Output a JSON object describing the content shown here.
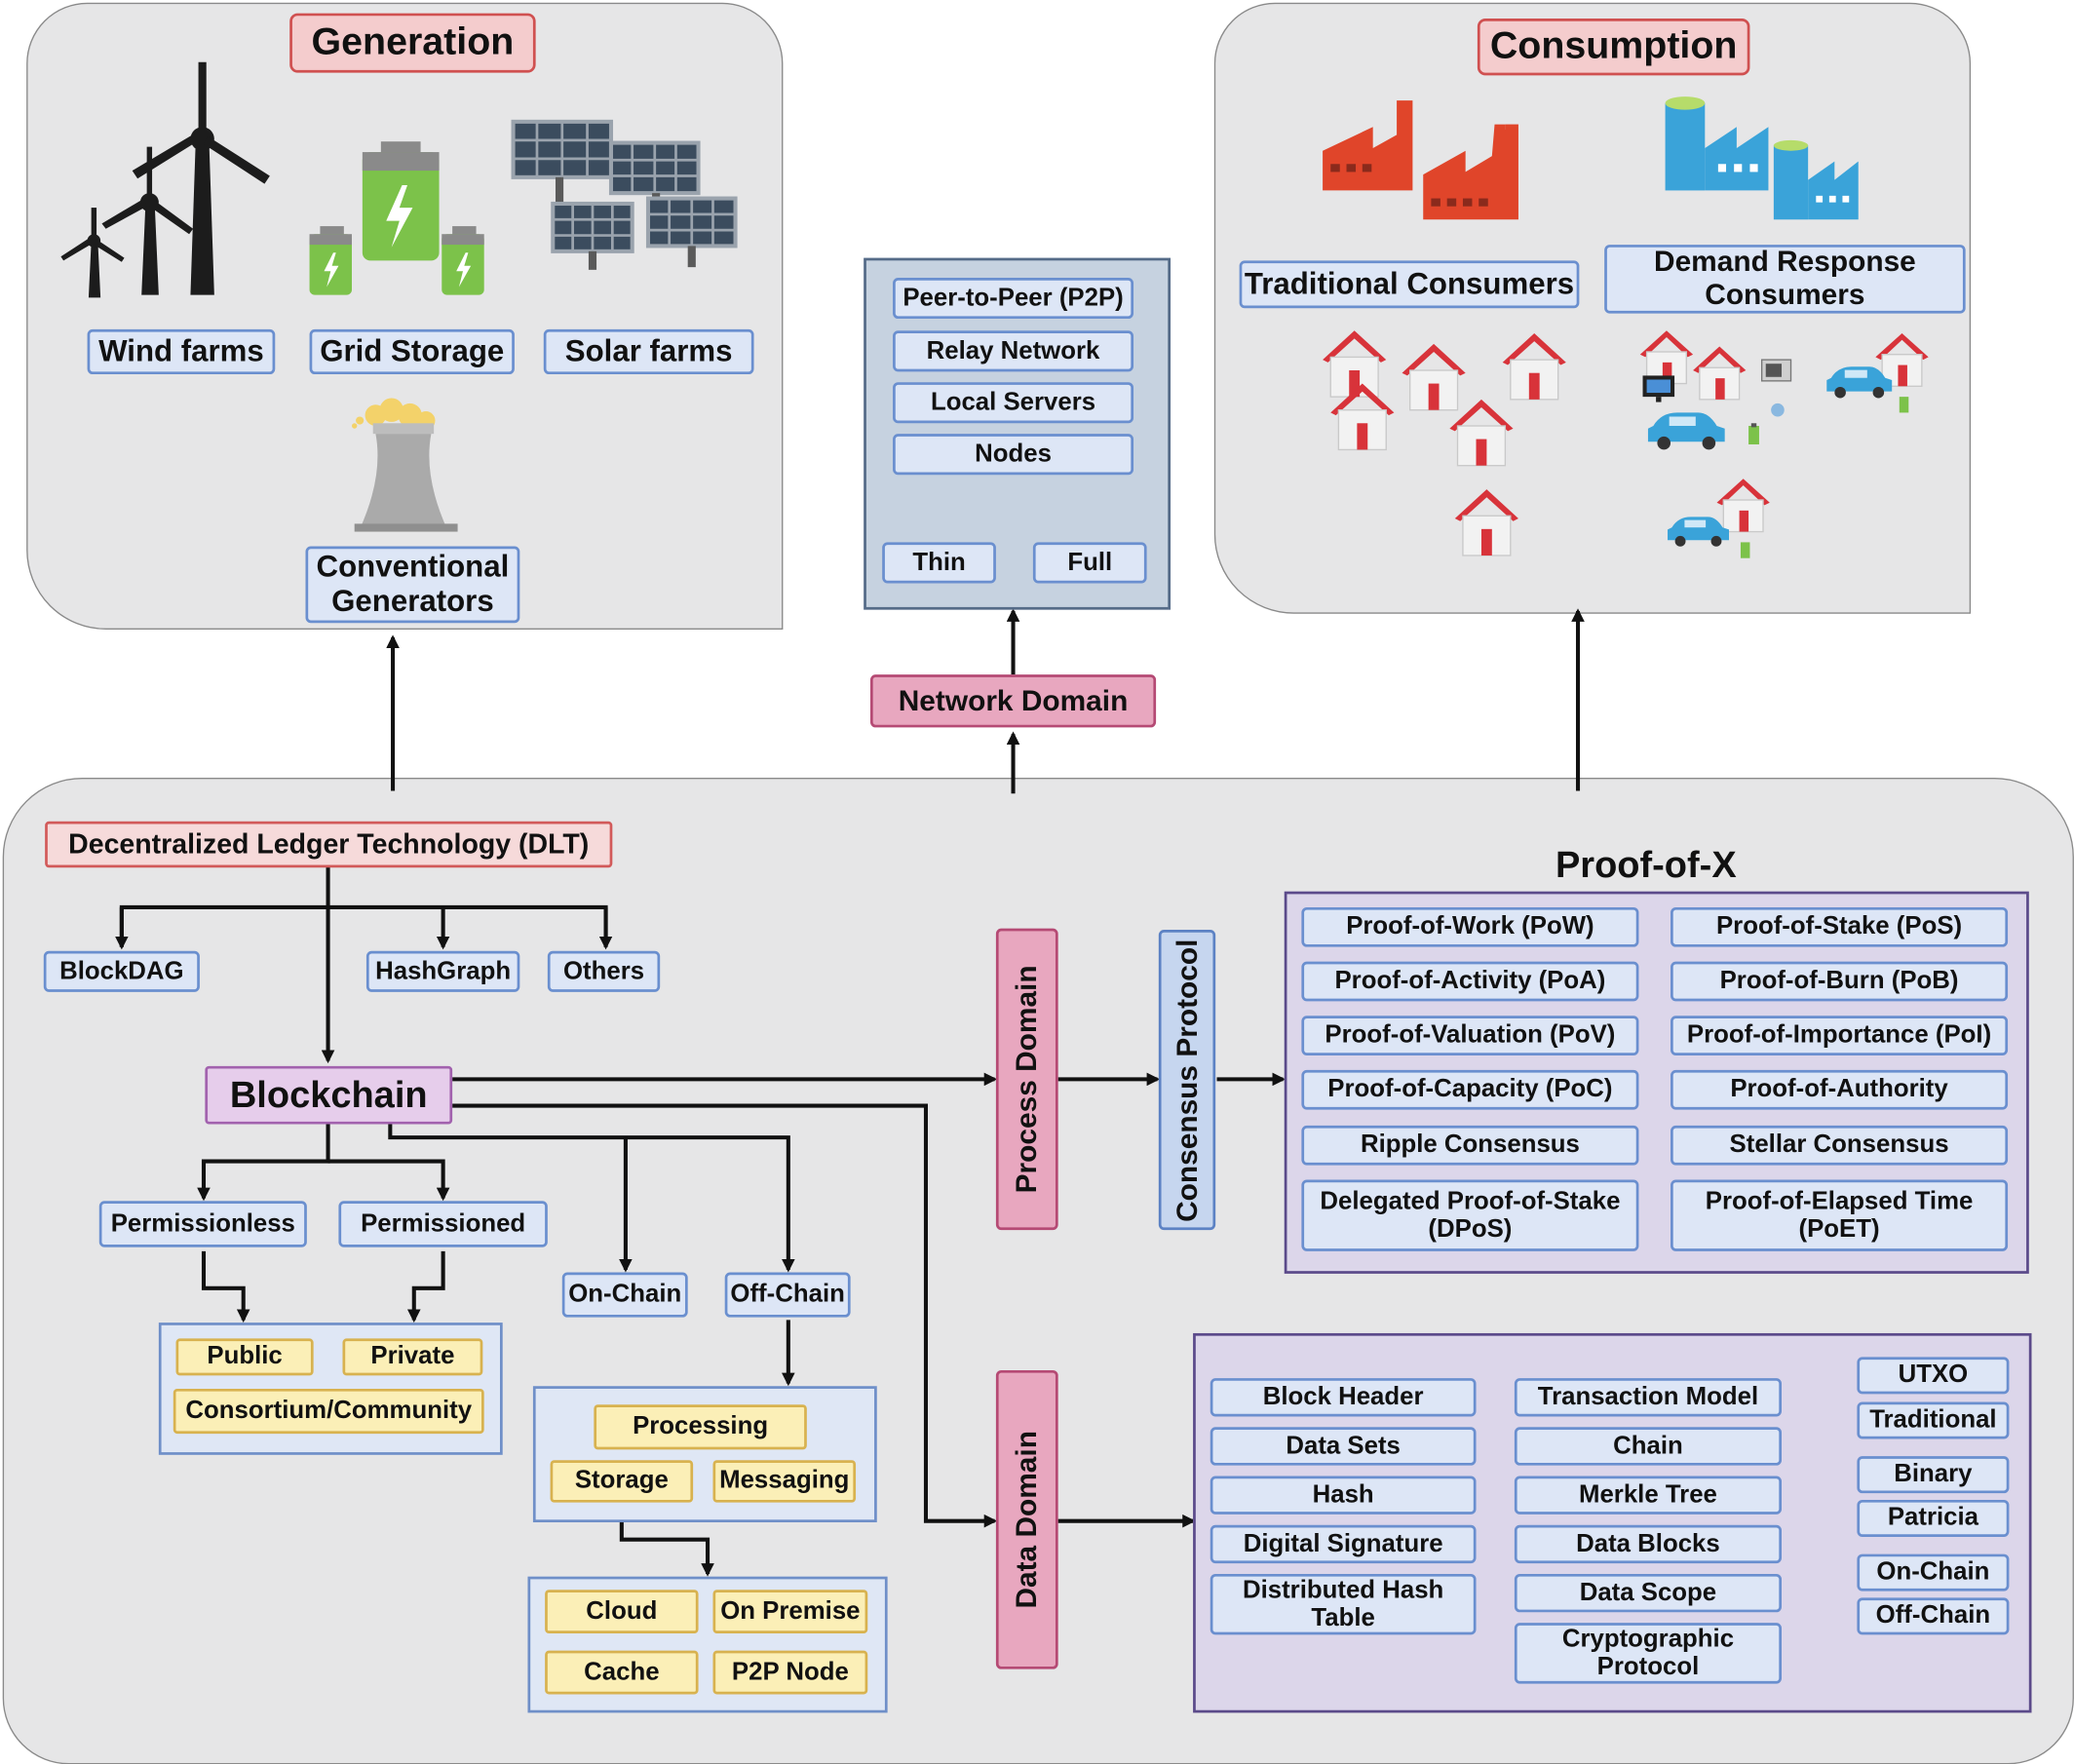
{
  "generation": {
    "title": "Generation",
    "wind": "Wind farms",
    "storage": "Grid Storage",
    "solar": "Solar farms",
    "conventional": "Conventional Generators"
  },
  "consumption": {
    "title": "Consumption",
    "traditional": "Traditional Consumers",
    "demand_response": "Demand Response Consumers"
  },
  "network": {
    "items": [
      "Peer-to-Peer (P2P)",
      "Relay Network",
      "Local Servers",
      "Nodes"
    ],
    "thin": "Thin",
    "full": "Full",
    "domain": "Network Domain"
  },
  "dlt": {
    "title": "Decentralized Ledger Technology (DLT)",
    "blockdag": "BlockDAG",
    "hashgraph": "HashGraph",
    "others": "Others",
    "blockchain": "Blockchain"
  },
  "permission": {
    "permissionless": "Permissionless",
    "permissioned": "Permissioned",
    "public": "Public",
    "private": "Private",
    "consortium": "Consortium/Community"
  },
  "chain": {
    "on_chain": "On-Chain",
    "off_chain": "Off-Chain",
    "processing": "Processing",
    "storage": "Storage",
    "messaging": "Messaging",
    "cloud": "Cloud",
    "on_premise": "On Premise",
    "cache": "Cache",
    "p2p_node": "P2P Node"
  },
  "process_domain": "Process Domain",
  "consensus_protocol": "Consensus Protocol",
  "data_domain": "Data Domain",
  "proof": {
    "title": "Proof-of-X",
    "left": [
      "Proof-of-Work (PoW)",
      "Proof-of-Activity (PoA)",
      "Proof-of-Valuation (PoV)",
      "Proof-of-Capacity (PoC)",
      "Ripple Consensus",
      "Delegated Proof-of-Stake (DPoS)"
    ],
    "right": [
      "Proof-of-Stake (PoS)",
      "Proof-of-Burn (PoB)",
      "Proof-of-Importance (PoI)",
      "Proof-of-Authority",
      "Stellar Consensus",
      "Proof-of-Elapsed Time (PoET)"
    ]
  },
  "data": {
    "left": [
      "Block Header",
      "Data Sets",
      "Hash",
      "Digital Signature",
      "Distributed Hash Table"
    ],
    "mid": [
      "Transaction Model",
      "Chain",
      "Merkle Tree",
      "Data Blocks",
      "Data Scope",
      "Cryptographic Protocol"
    ],
    "utxo": "UTXO",
    "traditional": "Traditional",
    "binary": "Binary",
    "patricia": "Patricia",
    "on_chain": "On-Chain",
    "off_chain": "Off-Chain"
  },
  "colors": {
    "panel": "#e6e6e7",
    "blue_box": "#dde6f6",
    "yellow_box": "#fbefb7",
    "pink_domain": "#e8a7bf",
    "purple_container": "#dcd6ea",
    "factory_red": "#e0452a",
    "factory_blue": "#3aa3d9",
    "battery_green": "#7cc24a"
  }
}
